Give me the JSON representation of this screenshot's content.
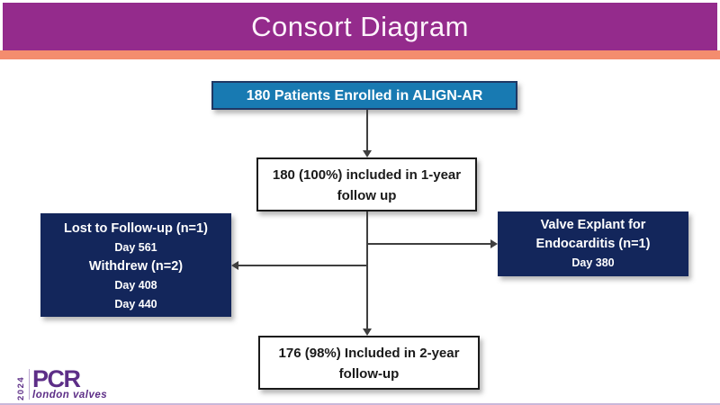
{
  "header": {
    "title": "Consort Diagram"
  },
  "flowchart": {
    "enrolled": {
      "line1": "180 Patients Enrolled in ALIGN-AR"
    },
    "followup_1yr": {
      "line1": "180 (100%) included in 1-year",
      "line2": "follow up"
    },
    "lost": {
      "line1": "Lost to Follow-up (n=1)",
      "line2": "Day 561",
      "line3": "Withdrew (n=2)",
      "line4": "Day 408",
      "line5": "Day 440"
    },
    "explant": {
      "line1": "Valve Explant for",
      "line2": "Endocarditis (n=1)",
      "line3": "Day 380"
    },
    "followup_2yr": {
      "line1": "176 (98%) Included in 2-year",
      "line2": "follow-up"
    }
  },
  "logo": {
    "year": "2024",
    "brand": "PCR",
    "tagline": "london valves"
  },
  "colors": {
    "header_bg": "#942B8C",
    "header_stripe": "#F48D6E",
    "box_blue": "#187AB2",
    "box_blue_border": "#1F3864",
    "box_navy": "#13265B",
    "box_white_border": "#1A1A1A",
    "connector": "#3F3F3F",
    "logo_purple": "#5D2E87",
    "bottom_edge": "#C9B8DA"
  }
}
